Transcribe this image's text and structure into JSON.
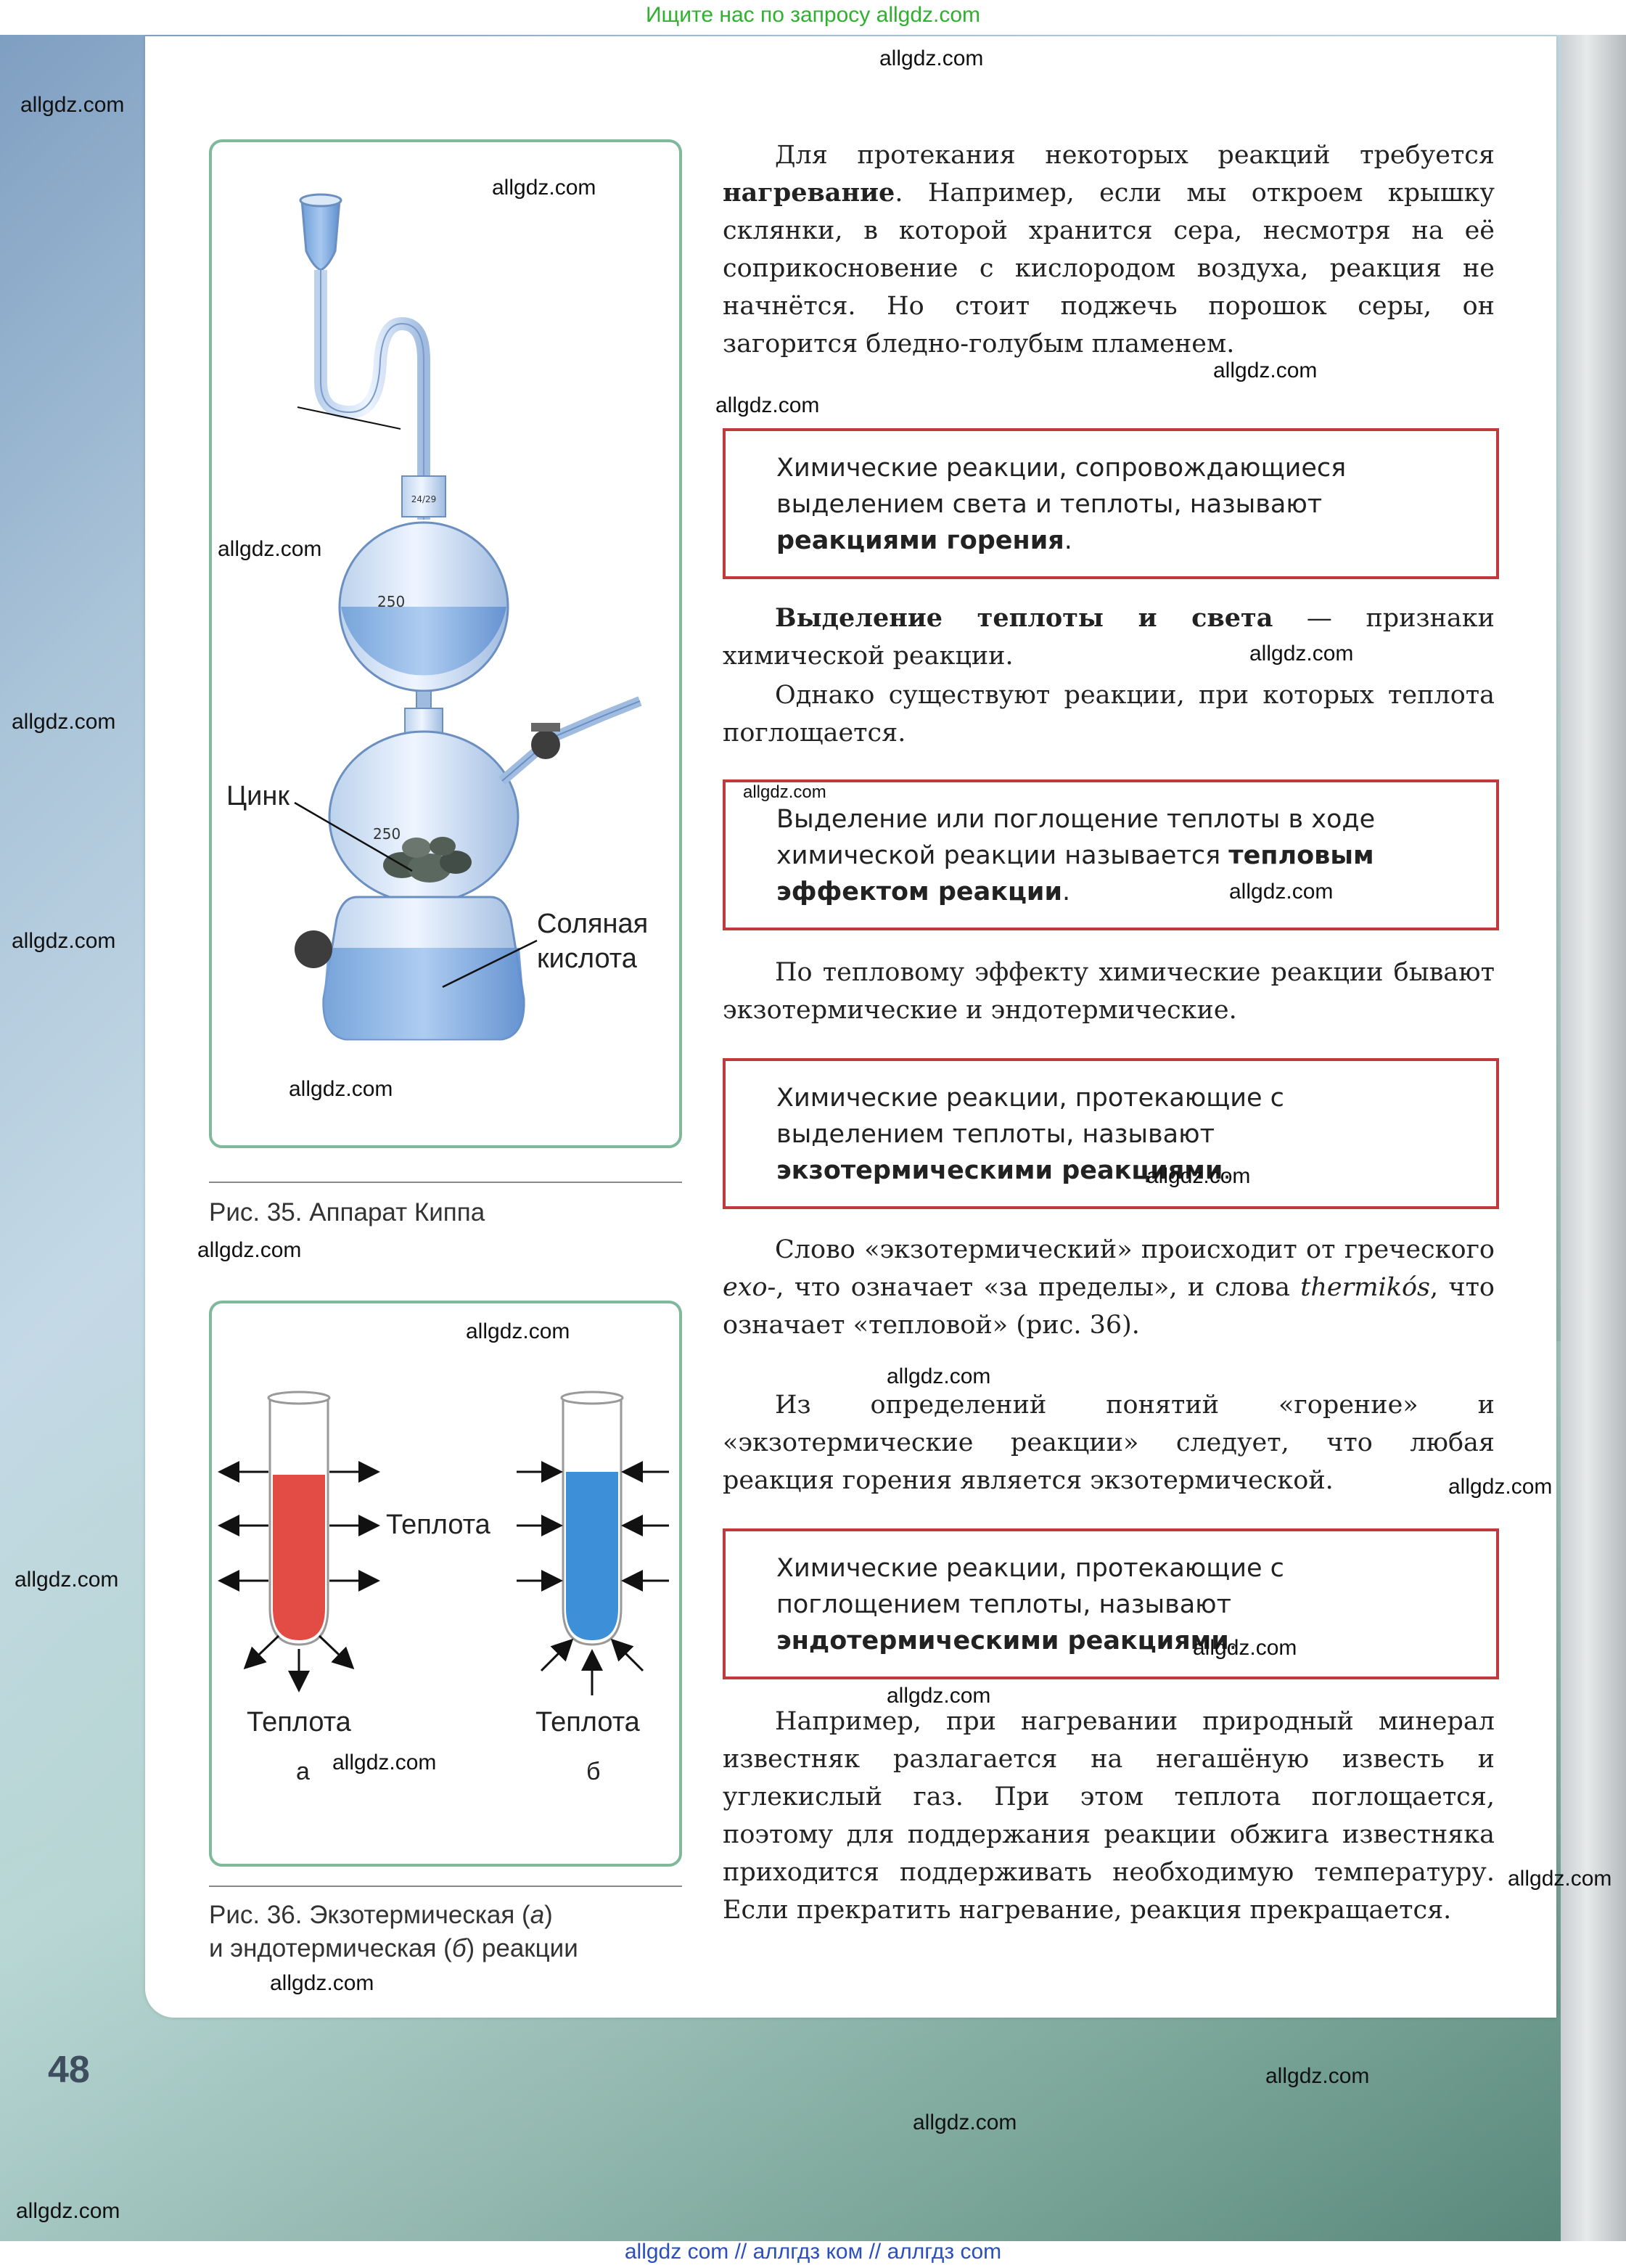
{
  "top_banner": "Ищите нас по запросу allgdz.com",
  "bottom_banner": "allgdz com  //  аллгдз ком  //  аллгдз com",
  "page_number": "48",
  "watermark": "allgdz.com",
  "figure35": {
    "label_zinc": "Цинк",
    "label_acid_1": "Соляная",
    "label_acid_2": "кислота",
    "mark_2429": "24/29",
    "mark_250": "250",
    "mark_250b": "250",
    "caption": "Рис. 35. Аппарат Киппа"
  },
  "figure36": {
    "heat_center": "Теплота",
    "heat_left": "Теплота",
    "heat_right": "Теплота",
    "label_a": "а",
    "label_b": "б",
    "caption_line1_pre": "Рис. 36. Экзотермическая (",
    "caption_line1_i": "а",
    "caption_line1_post": ")",
    "caption_line2_pre": "и эндотермическая (",
    "caption_line2_i": "б",
    "caption_line2_post": ") реакции"
  },
  "para1": {
    "a": "Для протекания некоторых реакций требуется ",
    "b": "нагревание",
    "c": ". Например, если мы откроем крышку склянки, в которой хранится сера, несмотря на её соприкосновение с кислородом воздуха, реакция не начнётся. Но стоит поджечь порошок серы, он загорится бледно-голубым пламенем."
  },
  "box1": {
    "a": "Химические реакции, сопровождающиеся выделением света и теплоты, называют ",
    "b": "реакциями горения",
    "c": "."
  },
  "para2": {
    "b": "Выделение теплоты и света",
    "c": " — признаки химической реакции."
  },
  "para3": "Однако существуют реакции, при которых теплота поглощается.",
  "box2": {
    "a": "Выделение или поглощение теплоты в ходе химической реакции называется ",
    "b": "тепловым эффектом реакции",
    "c": "."
  },
  "para4": "По тепловому эффекту химические реакции бывают экзотермические и эндотермические.",
  "box3": {
    "a": "Химические реакции, протекающие с выделением теплоты, называют ",
    "b": "экзотермическими реакциями",
    "c": "."
  },
  "para5": {
    "a": "Слово «экзотермический» происходит от греческого ",
    "i1": "exo-",
    "b": ", что означает «за пределы», и слова ",
    "i2": "thermikós",
    "c": ", что означает «тепловой» (рис. 36)."
  },
  "para6": "Из определений понятий «горение» и «экзотермические реакции» следует, что любая реакция горения является экзотермической.",
  "box4": {
    "a": "Химические реакции, протекающие с поглощением теплоты, называют ",
    "b": "эндотермическими реакциями",
    "c": "."
  },
  "para7": "Например, при нагревании природный минерал известняк разлагается на негашёную известь и углекислый газ. При этом теплота поглощается, поэтому для поддержания реакции обжига известняка приходится поддерживать необходимую температуру. Если прекратить нагревание, реакция прекращается."
}
